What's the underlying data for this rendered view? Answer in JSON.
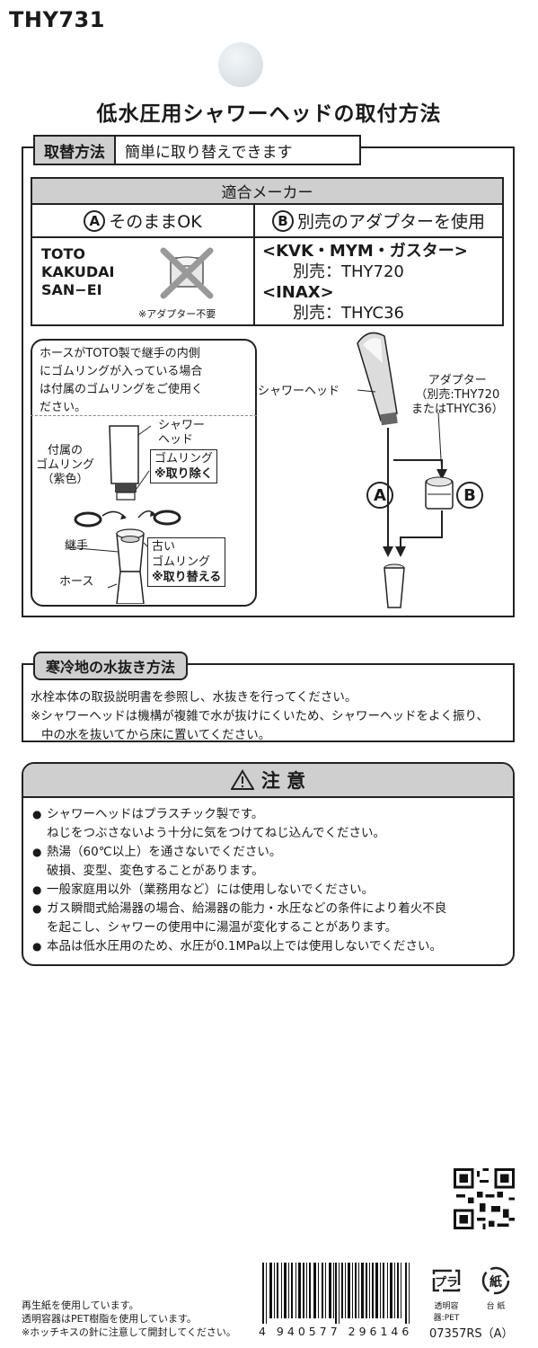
{
  "header": {
    "model": "THY731",
    "title": "低水圧用シャワーヘッドの取付方法"
  },
  "section1": {
    "tab_a": "取替方法",
    "tab_b": "簡単に取り替えできます",
    "table": {
      "header": "適合メーカー",
      "col_a_letter": "A",
      "col_a_label": "そのままOK",
      "col_b_letter": "B",
      "col_b_label": "別売のアダプターを使用",
      "makers_a": [
        "TOTO",
        "KAKUDAI",
        "SAN−EI"
      ],
      "no_adapter": "※アダプター不要",
      "makers_b_1": "<KVK・MYM・ガスター>",
      "makers_b_1_sub": "別売：THY720",
      "makers_b_2": "<INAX>",
      "makers_b_2_sub": "別売：THYC36"
    },
    "instruction": {
      "line1": "ホースがTOTO製で継手の内側",
      "line2": "にゴムリングが入っている場合",
      "line3": "は付属のゴムリングをご使用く",
      "line4": "ださい。",
      "shower_head": "シャワー",
      "shower_head2": "ヘッド",
      "gom_ring": "ゴムリング",
      "remove": "※取り除く",
      "included_1": "付属の",
      "included_2": "ゴムリング",
      "included_3": "（紫色）",
      "joint": "継手",
      "hose": "ホース",
      "old_1": "古い",
      "old_2": "ゴムリング",
      "replace": "※取り替える"
    },
    "diagram": {
      "shower_head": "シャワーヘッド",
      "adapter": "アダプター",
      "adapter_sub1": "（別売:THY720",
      "adapter_sub2": "またはTHYC36）",
      "a": "A",
      "b": "B"
    }
  },
  "section2": {
    "tab": "寒冷地の水抜き方法",
    "line1": "水栓本体の取扱説明書を参照し、水抜きを行ってください。",
    "line2": "※シャワーヘッドは機構が複雑で水が抜けにくいため、シャワーヘッドをよく振り、",
    "line3": "中の水を抜いてから床に置いてください。"
  },
  "caution": {
    "title": "注 意",
    "items": [
      [
        "シャワーヘッドはプラスチック製です。",
        "ねじをつぶさないよう十分に気をつけてねじ込んでください。"
      ],
      [
        "熱湯（60℃以上）を通さないでください。",
        "破損、変型、変色することがあります。"
      ],
      [
        "一般家庭用以外（業務用など）には使用しないでください。"
      ],
      [
        "ガス瞬間式給湯器の場合、給湯器の能力・水圧などの条件により着火不良",
        "を起こし、シャワーの使用中に湯温が変化することがあります。"
      ],
      [
        "本品は低水圧用のため、水圧が0.1MPa以上では使用しないでください。"
      ]
    ]
  },
  "footer": {
    "line1": "再生紙を使用しています。",
    "line2": "透明容器はPET樹脂を使用しています。",
    "line3": "※ホッチキスの針に注意して開封してください。",
    "barcode_number": "4 940577 296146",
    "plastic_mark": "プラ",
    "plastic_label": "透明容器:PET",
    "paper_mark": "紙",
    "paper_label": "台 紙",
    "product_code": "07357RS（A）"
  }
}
